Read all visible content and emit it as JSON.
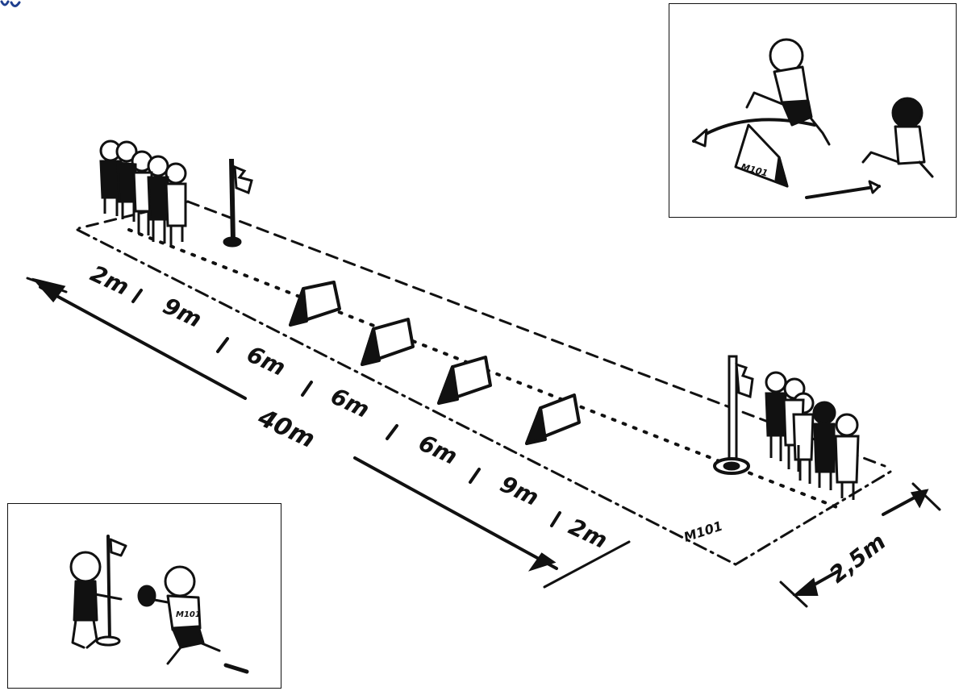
{
  "diagram": {
    "segment_labels": [
      "2m",
      "9m",
      "6m",
      "6m",
      "6m",
      "9m",
      "2m"
    ],
    "total_length_label": "40m",
    "lane_width_label": "2,5m",
    "marker_text": "M101",
    "inset_hurdle_marker_text": "M101",
    "inset_relay_shirt_text": "M101"
  },
  "colors": {
    "ink": "#111111",
    "paper": "#ffffff",
    "header_accent": "#1f3f8f"
  }
}
